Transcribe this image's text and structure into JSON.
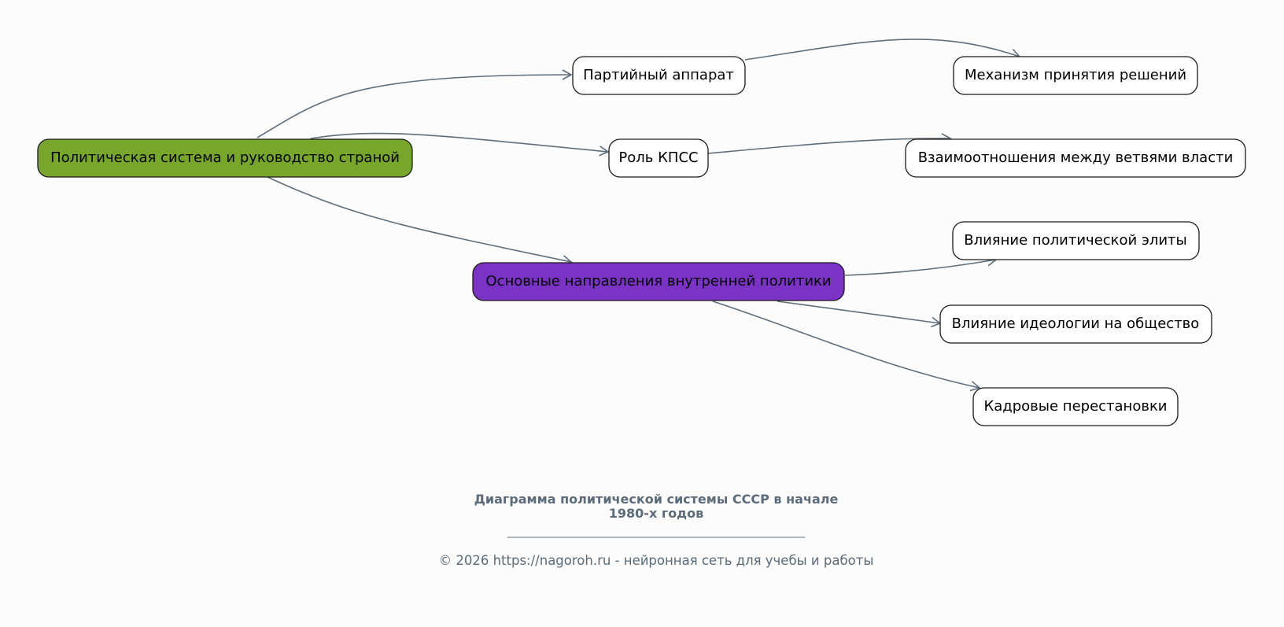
{
  "diagram": {
    "nodes": {
      "root": {
        "label": "Политическая система и руководство страной",
        "fill": "#77a62a"
      },
      "party": {
        "label": "Партийный аппарат",
        "fill": "#ffffff"
      },
      "cpsu": {
        "label": "Роль КПСС",
        "fill": "#ffffff"
      },
      "domestic": {
        "label": "Основные направления внутренней политики",
        "fill": "#7a33c4"
      },
      "decisions": {
        "label": "Механизм принятия решений",
        "fill": "#ffffff"
      },
      "branches": {
        "label": "Взаимоотношения между ветвями власти",
        "fill": "#ffffff"
      },
      "elite": {
        "label": "Влияние политической элиты",
        "fill": "#ffffff"
      },
      "ideology": {
        "label": "Влияние идеологии на общество",
        "fill": "#ffffff"
      },
      "personnel": {
        "label": "Кадровые перестановки",
        "fill": "#ffffff"
      }
    },
    "edges": [
      {
        "from": "root",
        "to": "party"
      },
      {
        "from": "root",
        "to": "cpsu"
      },
      {
        "from": "root",
        "to": "domestic"
      },
      {
        "from": "party",
        "to": "decisions"
      },
      {
        "from": "cpsu",
        "to": "branches"
      },
      {
        "from": "domestic",
        "to": "elite"
      },
      {
        "from": "domestic",
        "to": "ideology"
      },
      {
        "from": "domestic",
        "to": "personnel"
      }
    ],
    "edge_color": "#5f6e7c"
  },
  "caption": {
    "title_line1": "Диаграмма политической системы СССР в начале",
    "title_line2": "1980-х годов",
    "rule": "______________________________________________________",
    "footer": "© 2026 https://nagoroh.ru - нейронная сеть для учебы и работы"
  }
}
